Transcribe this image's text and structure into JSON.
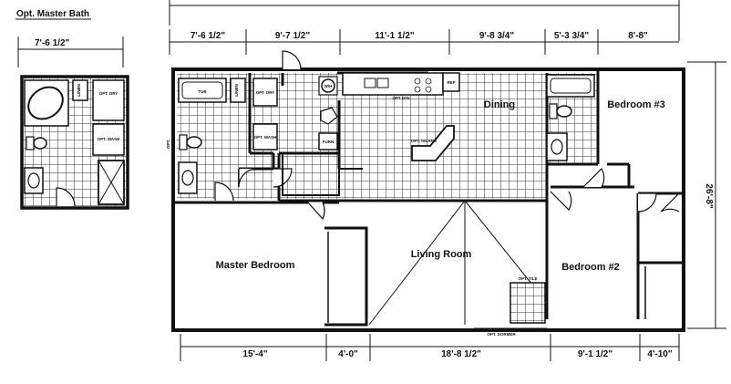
{
  "opt_bath": {
    "title": "Opt. Master Bath",
    "width_dim": "7'-6 1/2\"",
    "labels": {
      "linen": "LINEN",
      "opt_dryer": "OPT. DRY",
      "opt_washer": "OPT. WASH"
    }
  },
  "top_dimensions": [
    "7'-6 1/2\"",
    "9'-7 1/2\"",
    "11'-1 1/2\"",
    "9'-8 3/4\"",
    "5'-3 3/4\"",
    "8'-8\""
  ],
  "bottom_dimensions": [
    "15'-4\"",
    "4'-0\"",
    "18'-8 1/2\"",
    "9'-1 1/2\"",
    "4'-10\""
  ],
  "side_dimension": "26'-8\"",
  "rooms": {
    "master_bedroom": "Master Bedroom",
    "living_room": "Living Room",
    "dining": "Dining",
    "bedroom_2": "Bedroom #2",
    "bedroom_3": "Bedroom #3"
  },
  "fixtures": {
    "tub": "TUB",
    "linen": "LINEN",
    "opt_dryer": "OPT. DRY",
    "opt_washer": "OPT. WASH",
    "water_heater": "W/H",
    "furnace": "FURN",
    "opt_island": "OPT. ISLAND",
    "opt_dw": "OPT D/W",
    "ref": "REF",
    "opt_tile": "OPT. TILE",
    "opt_dormer": "OPT. DORMER",
    "opt_wall": "OPT."
  }
}
